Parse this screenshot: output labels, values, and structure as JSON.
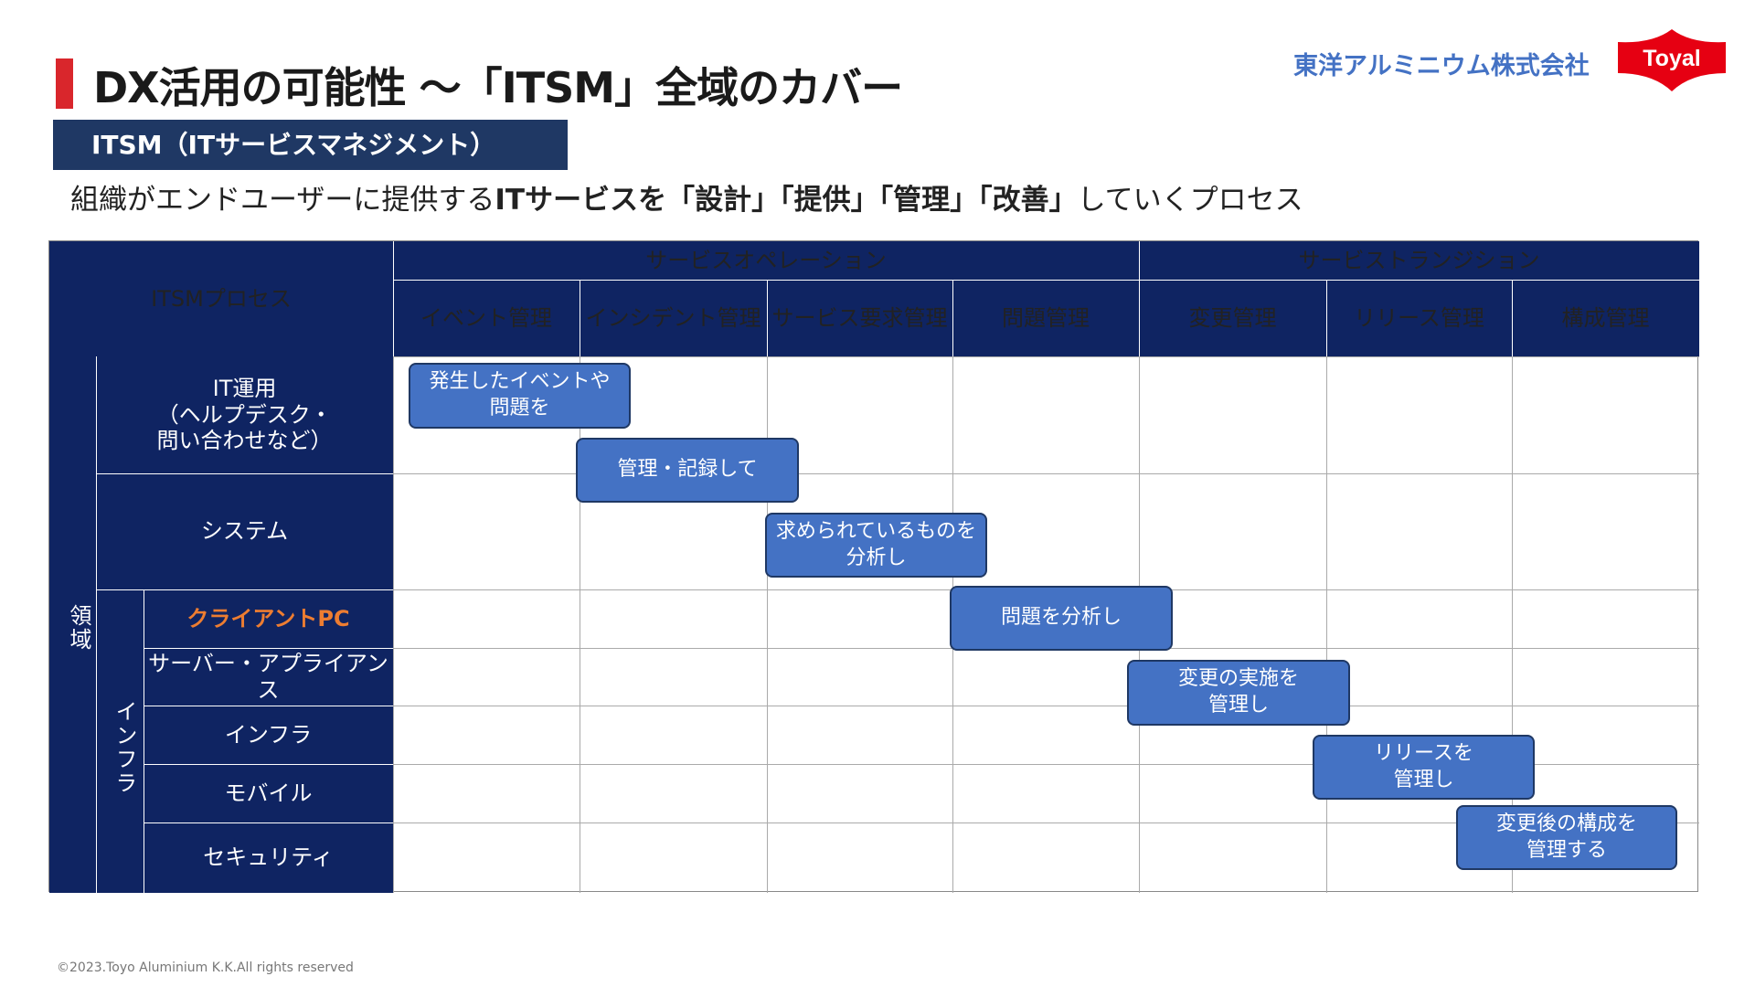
{
  "header": {
    "title": "DX活用の可能性 ～「ITSM」全域のカバー",
    "company_name": "東洋アルミニウム株式会社",
    "logo_text": "Toyal"
  },
  "subtitle": "ITSM（ITサービスマネジメント）",
  "description": {
    "part1": "組織がエンドユーザーに提供する",
    "bold": "ITサービスを「設計」「提供」「管理」「改善」",
    "part2": "していくプロセス"
  },
  "table": {
    "corner_label": "ITSMプロセス",
    "groups": [
      "サービスオペレーション",
      "サービストランジション"
    ],
    "columns": [
      "イベント管理",
      "インシデント管理",
      "サービス要求管理",
      "問題管理",
      "変更管理",
      "リリース管理",
      "構成管理"
    ],
    "domain_label": "領域",
    "infra_label": "インフラ",
    "rows": [
      "IT運用\n（ヘルプデスク・\n問い合わせなど）",
      "システム",
      "クライアントPC",
      "サーバー・アプライアンス",
      "インフラ",
      "モバイル",
      "セキュリティ"
    ],
    "steps": [
      "発生したイベントや\n問題を",
      "管理・記録して",
      "求められているものを\n分析し",
      "問題を分析し",
      "変更の実施を\n管理し",
      "リリースを\n管理し",
      "変更後の構成を\n管理する"
    ]
  },
  "colors": {
    "navy": "#0f2462",
    "accent_orange": "#ed7d31",
    "step_blue": "#4472c4",
    "logo_red": "#e60012"
  },
  "footer": "©2023.Toyo Aluminium K.K.All rights reserved"
}
